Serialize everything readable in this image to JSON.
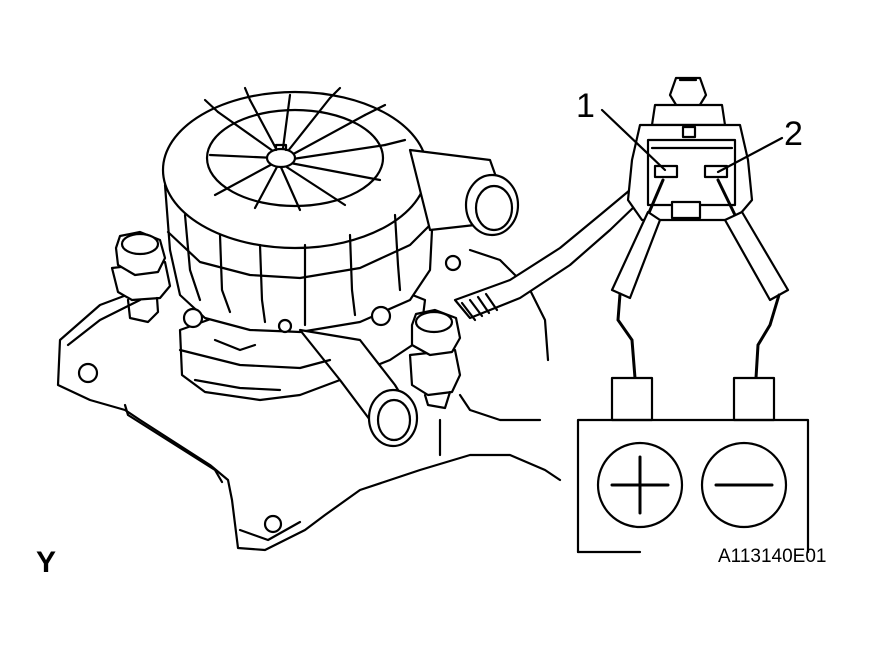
{
  "labels": {
    "terminal_1": "1",
    "terminal_2": "2",
    "view_letter": "Y",
    "figure_code": "A113140E01"
  },
  "colors": {
    "line": "#000000",
    "background": "#ffffff"
  },
  "icons": {
    "positive_terminal": "plus-symbol",
    "negative_terminal": "minus-symbol"
  }
}
